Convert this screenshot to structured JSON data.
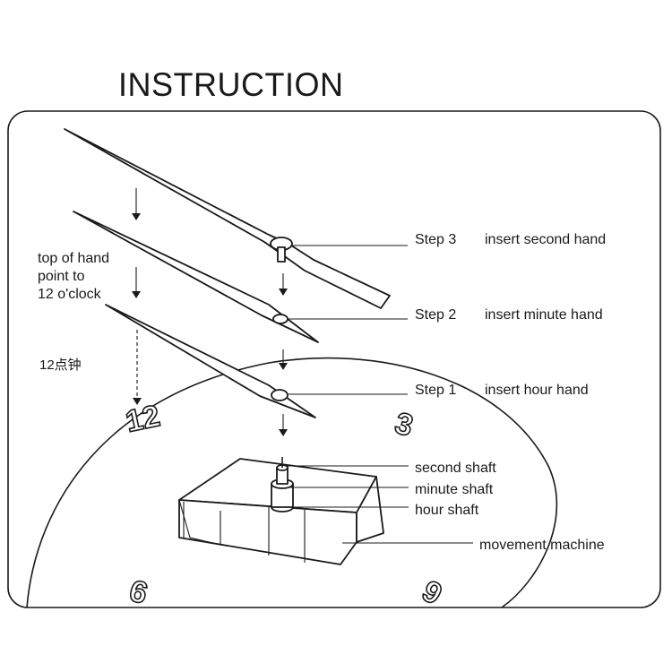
{
  "title": "INSTRUCTION",
  "hint": {
    "line1": "top of hand",
    "line2": "point to",
    "line3": "12 o'clock",
    "chinese": "12点钟"
  },
  "steps": [
    {
      "step": "Step 3",
      "action": "insert second hand"
    },
    {
      "step": "Step 2",
      "action": "insert minute hand"
    },
    {
      "step": "Step 1",
      "action": "insert hour hand"
    }
  ],
  "parts": {
    "second_shaft": "second shaft",
    "minute_shaft": "minute shaft",
    "hour_shaft": "hour shaft",
    "movement": "movement  machine"
  },
  "dial": {
    "n12": "12",
    "n3": "3",
    "n6": "6",
    "n9": "9"
  }
}
